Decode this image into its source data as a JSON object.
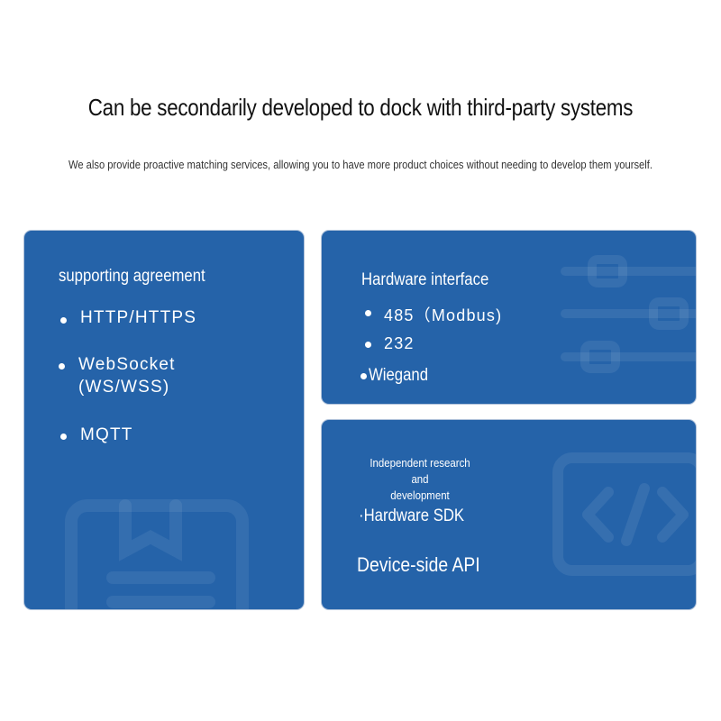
{
  "header": {
    "title": "Can be secondarily developed to dock with third-party systems",
    "subtitle": "We also provide proactive matching services, allowing you to have more product choices without needing to develop them yourself."
  },
  "protocols_card": {
    "heading": "supporting agreement",
    "items": [
      "HTTP/HTTPS",
      "WebSocket",
      "(WS/WSS)",
      "MQTT"
    ]
  },
  "hardware_card": {
    "heading": "Hardware interface",
    "items": [
      "485（Modbus)",
      "232",
      "Wiegand"
    ]
  },
  "sdk_card": {
    "heading_line1": "Independent research and",
    "heading_line2": "development",
    "item1": "·Hardware SDK",
    "item2": "Device-side API"
  },
  "icons": [
    "document-icon",
    "sliders-icon",
    "code-icon"
  ],
  "colors": {
    "card_bg": "#2563a9",
    "text": "#ffffff",
    "title": "#111111"
  }
}
